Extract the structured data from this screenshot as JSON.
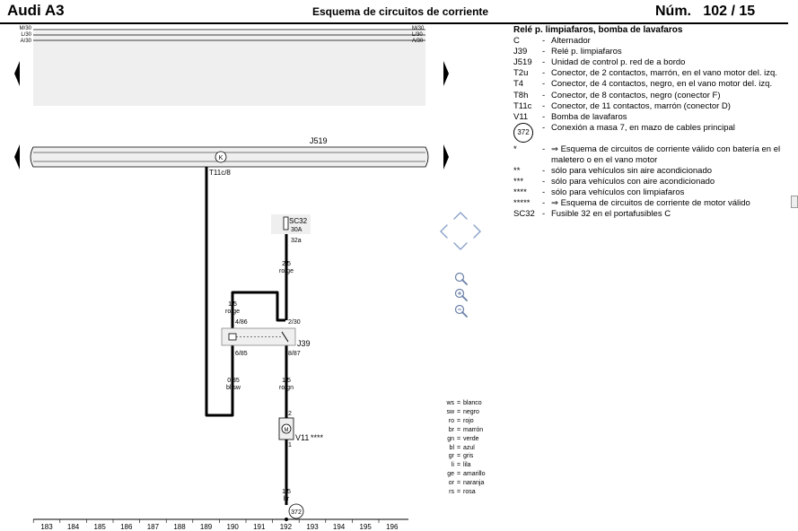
{
  "header": {
    "car_model": "Audi A3",
    "title": "Esquema de circuitos de corriente",
    "sheet_label": "Núm.",
    "sheet_number": "102 / 15"
  },
  "bus_lines": [
    "M/30",
    "L/30",
    "A/30"
  ],
  "components": {
    "j519_label": "J519",
    "t11c_pin": "T11c/8",
    "fuse_name": "SC32",
    "fuse_rating": "30A",
    "fuse_pin": "32a",
    "relay_label": "J39",
    "relay_pin_in": "2/30",
    "relay_pin_ctrl": "4/86",
    "relay_pin_gnd": "6/85",
    "relay_pin_out": "8/87",
    "motor_label": "V11",
    "motor_stars": "****",
    "motor_pin_top": "2",
    "motor_pin_bottom": "1",
    "ground_ref": "372"
  },
  "wires": {
    "fuse_to_relay": {
      "size": "2,5",
      "color": "ro/ge"
    },
    "ctrl": {
      "size": "1,5",
      "color": "ro/ge"
    },
    "relay_gnd": {
      "size": "0,35",
      "color": "bl/sw"
    },
    "relay_to_motor": {
      "size": "1,5",
      "color": "ro/gn"
    },
    "motor_to_ground": {
      "size": "1,5",
      "color": "br"
    }
  },
  "axis_numbers": [
    "183",
    "184",
    "185",
    "186",
    "187",
    "188",
    "189",
    "190",
    "191",
    "192",
    "193",
    "194",
    "195",
    "196"
  ],
  "legend": {
    "title": "Relé p. limpiafaros, bomba de lavafaros",
    "items": [
      {
        "code": "C",
        "desc": "Alternador"
      },
      {
        "code": "J39",
        "desc": "Relé p. limpiafaros"
      },
      {
        "code": "J519",
        "desc": "Unidad de control p. red de a bordo"
      },
      {
        "code": "T2u",
        "desc": "Conector, de 2 contactos, marrón, en el vano motor del. izq."
      },
      {
        "code": "T4",
        "desc": "Conector, de 4 contactos, negro, en el vano motor del. izq."
      },
      {
        "code": "T8h",
        "desc": "Conector, de 8 contactos, negro (conector F)"
      },
      {
        "code": "T11c",
        "desc": "Conector, de 11 contactos, marrón (conector D)"
      },
      {
        "code": "V11",
        "desc": "Bomba de lavafaros"
      }
    ],
    "ground": {
      "code": "372",
      "desc": "Conexión a masa 7, en mazo de cables principal"
    },
    "notes": [
      {
        "code": "*",
        "desc": "⇒ Esquema de circuitos de corriente válido con batería en el maletero o en el vano motor"
      },
      {
        "code": "**",
        "desc": "sólo para vehículos sin aire acondicionado"
      },
      {
        "code": "***",
        "desc": "sólo para vehículos con aire acondicionado"
      },
      {
        "code": "****",
        "desc": "sólo para vehículos con limpiafaros"
      },
      {
        "code": "*****",
        "desc": "⇒ Esquema de circuitos de corriente de motor válido"
      },
      {
        "code": "SC32",
        "desc": "Fusible 32 en el portafusibles C"
      }
    ]
  },
  "color_codes": [
    {
      "abbr": "ws",
      "name": "blanco"
    },
    {
      "abbr": "sw",
      "name": "negro"
    },
    {
      "abbr": "ro",
      "name": "rojo"
    },
    {
      "abbr": "br",
      "name": "marrón"
    },
    {
      "abbr": "gn",
      "name": "verde"
    },
    {
      "abbr": "bl",
      "name": "azul"
    },
    {
      "abbr": "gr",
      "name": "gris"
    },
    {
      "abbr": "li",
      "name": "lila"
    },
    {
      "abbr": "ge",
      "name": "amarillo"
    },
    {
      "abbr": "or",
      "name": "naranja"
    },
    {
      "abbr": "rs",
      "name": "rosa"
    }
  ],
  "icons": [
    "arrow-left-icon",
    "arrow-right-icon",
    "pan-up-icon",
    "pan-down-icon",
    "pan-left-icon",
    "pan-right-icon",
    "zoom-icon",
    "zoom-in-icon",
    "zoom-out-icon",
    "ground-symbol-icon",
    "motor-symbol-icon"
  ]
}
